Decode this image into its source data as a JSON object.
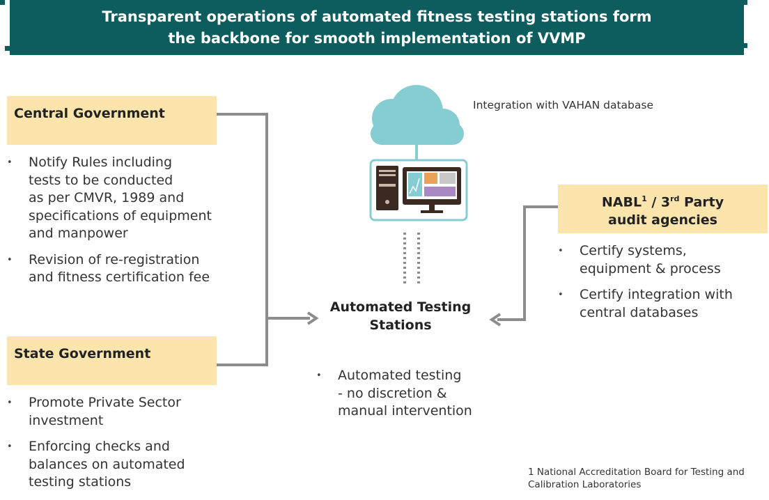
{
  "banner": {
    "line1": "Transparent operations of automated fitness testing stations form",
    "line2": "the backbone for smooth implementation of VVMP"
  },
  "central": {
    "title": "Central Government",
    "bullets": [
      [
        "Notify Rules including",
        "tests to be conducted",
        "as per CMVR, 1989 and",
        "specifications of equipment",
        "and manpower"
      ],
      [
        "Revision of re-registration",
        "and fitness certification fee"
      ]
    ]
  },
  "state": {
    "title": "State Government",
    "bullets": [
      [
        "Promote Private Sector",
        "investment"
      ],
      [
        "Enforcing checks and",
        "balances on automated",
        "testing stations"
      ]
    ]
  },
  "ats": {
    "title_line1": "Automated Testing",
    "title_line2": "Stations",
    "bullets": [
      [
        "Automated testing",
        "- no discretion &",
        "manual intervention"
      ]
    ]
  },
  "integration": "Integration with VAHAN database",
  "nabl": {
    "title_part1": "NABL",
    "sup1": "1",
    "title_part2": " / 3",
    "sup2": "rd",
    "title_part3": " Party",
    "title_line2": "audit agencies",
    "bullets": [
      [
        "Certify systems,",
        "equipment & process"
      ],
      [
        "Certify integration with",
        "central databases"
      ]
    ]
  },
  "footnote": {
    "line1": "1 National Accreditation Board for Testing and",
    "line2": "Calibration Laboratories"
  },
  "colors": {
    "banner": "#0d5c5e",
    "box": "#fbe5ad",
    "cloud": "#86ccd3",
    "connector": "#8c8c8c"
  }
}
